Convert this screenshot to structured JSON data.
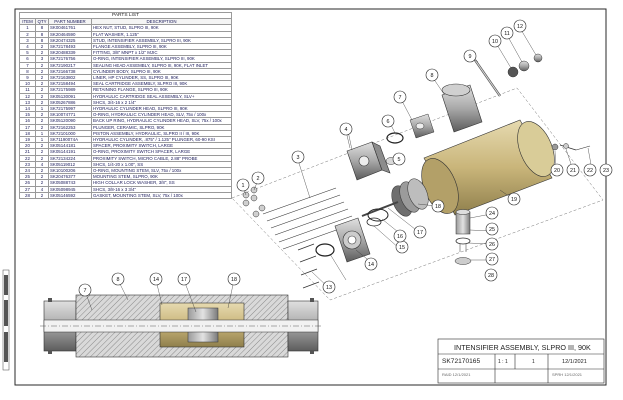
{
  "bom": {
    "title": "PARTS LIST",
    "headers": [
      "ITEM",
      "QTY",
      "PART NUMBER",
      "DESCRIPTION"
    ],
    "rows": [
      [
        "1",
        "8",
        "SK00461761",
        "HEX NUT, STUD, SLPRO III, 90K"
      ],
      [
        "2",
        "8",
        "SK20464590",
        "FLAT WASHER, 1.125\""
      ],
      [
        "3",
        "8",
        "SK20474325",
        "STUD, INTENSIFIER ASSEMBLY, SLPRO III, 90K"
      ],
      [
        "4",
        "2",
        "SK72178493",
        "FLANGE ASSEMBLY, SLPRO III, 90K"
      ],
      [
        "5",
        "2",
        "SK20488339",
        "FITTING, 3/8\" MNPT x 1/2\" MJIC"
      ],
      [
        "6",
        "3",
        "SK72176756",
        "O-RING, INTENSIFIER ASSEMBLY, SLPRO III, 90K"
      ],
      [
        "7",
        "2",
        "SK72190217",
        "SEALING HEAD ASSEMBLY, SLPRO III, 90K, FLAT INLET"
      ],
      [
        "8",
        "2",
        "SK72166738",
        "CYLINDER BODY, SLPRO III, 90K"
      ],
      [
        "9",
        "2",
        "SK72163802",
        "LINER, HP CYLINDER, SS, SLPRO III, 90K"
      ],
      [
        "10",
        "2",
        "SK72158494",
        "SEAL CARTRIDGE ASSEMBLY, SLPRO III, 90K"
      ],
      [
        "11",
        "2",
        "SK72175989",
        "RETAINING FLANGE, SLPRO III, 90K"
      ],
      [
        "12",
        "2",
        "SK05130091",
        "HYDRAULIC CARTRIDGE SEAL ASSEMBLY, SLV+"
      ],
      [
        "13",
        "2",
        "SK05267886",
        "SHCS, 3/4-16 x 2 1/4\""
      ],
      [
        "14",
        "1",
        "SK72175997",
        "HYDRAULIC CYLINDER HEAD, SLPRO III, 90K"
      ],
      [
        "15",
        "2",
        "SK10074771",
        "O-RING, HYDRAULIC CYLINDER HEAD, SLV, 75x / 100x"
      ],
      [
        "16",
        "2",
        "SK05120090",
        "BACK UP RING, HYDRAULIC CYLINDER HEAD, SLV, 75x / 100x"
      ],
      [
        "17",
        "2",
        "SK72162253",
        "PLUNGER, CERAMIC, SLPRO, 90K"
      ],
      [
        "18",
        "1",
        "SK72101000",
        "PISTON ASSEMBLY, HYDRAULIC, SLPRO II / III, 90K"
      ],
      [
        "19",
        "1",
        "SK71190074A",
        "HYDRAULIC CYLINDER, .875\" / 1.125\" PLUNGER, 60-90 KSI"
      ],
      [
        "20",
        "2",
        "SK05144181",
        "SPACER, PROXIMITY SWITCH, LARGE"
      ],
      [
        "21",
        "2",
        "SK05144191",
        "O-RING, PROXIMITY SWITCH SPACER, LARGE"
      ],
      [
        "22",
        "2",
        "SK72134224",
        "PROXIMITY SWITCH, MICRO CABLE, 2.88\" PROBE"
      ],
      [
        "23",
        "4",
        "SK05119012",
        "SHCS, 1/4-20 x 1.00\", SS"
      ],
      [
        "24",
        "2",
        "SK10100206",
        "O-RING, MOUNTING STEM, SLV, 75x / 100x"
      ],
      [
        "25",
        "2",
        "SK20476377",
        "MOUNTING STEM, SLPRO, 90K"
      ],
      [
        "26",
        "2",
        "SK05088743",
        "HIGH COLLAR LOCK WASHER, 3/8\", SS"
      ],
      [
        "27",
        "4",
        "SK05098945",
        "SHCS, 3/8-16 x 3 3/4\""
      ],
      [
        "28",
        "2",
        "SK05146592",
        "GASKET, MOUNTING STEM, SLV, 75x / 100x"
      ]
    ]
  },
  "title_block": {
    "title": "INTENSIFIER ASSEMBLY, SLPRO III, 90K",
    "part_number": "SK72170165",
    "scale": "1 : 1",
    "sheet": "1",
    "date": "12/1/2021",
    "drawn_by": "RAID 12/1/2021",
    "approved": "SPRH 12/1/2021"
  },
  "balloons": {
    "exploded": [
      "1",
      "2",
      "3",
      "4",
      "5",
      "6",
      "7",
      "8",
      "9",
      "10",
      "11",
      "12",
      "13",
      "14",
      "15",
      "16",
      "17",
      "18",
      "19",
      "20",
      "21",
      "22",
      "23",
      "24",
      "25",
      "26",
      "27",
      "28"
    ],
    "section": [
      "7",
      "8",
      "14",
      "17",
      "18"
    ]
  },
  "colors": {
    "line": "#1a1a1a",
    "brass": "#c9b57a",
    "brass_light": "#ddd09c",
    "steel": "#b9b9b9",
    "steel_dark": "#6e6e6e",
    "border": "#2a2a2a",
    "balloon": "#222222"
  }
}
